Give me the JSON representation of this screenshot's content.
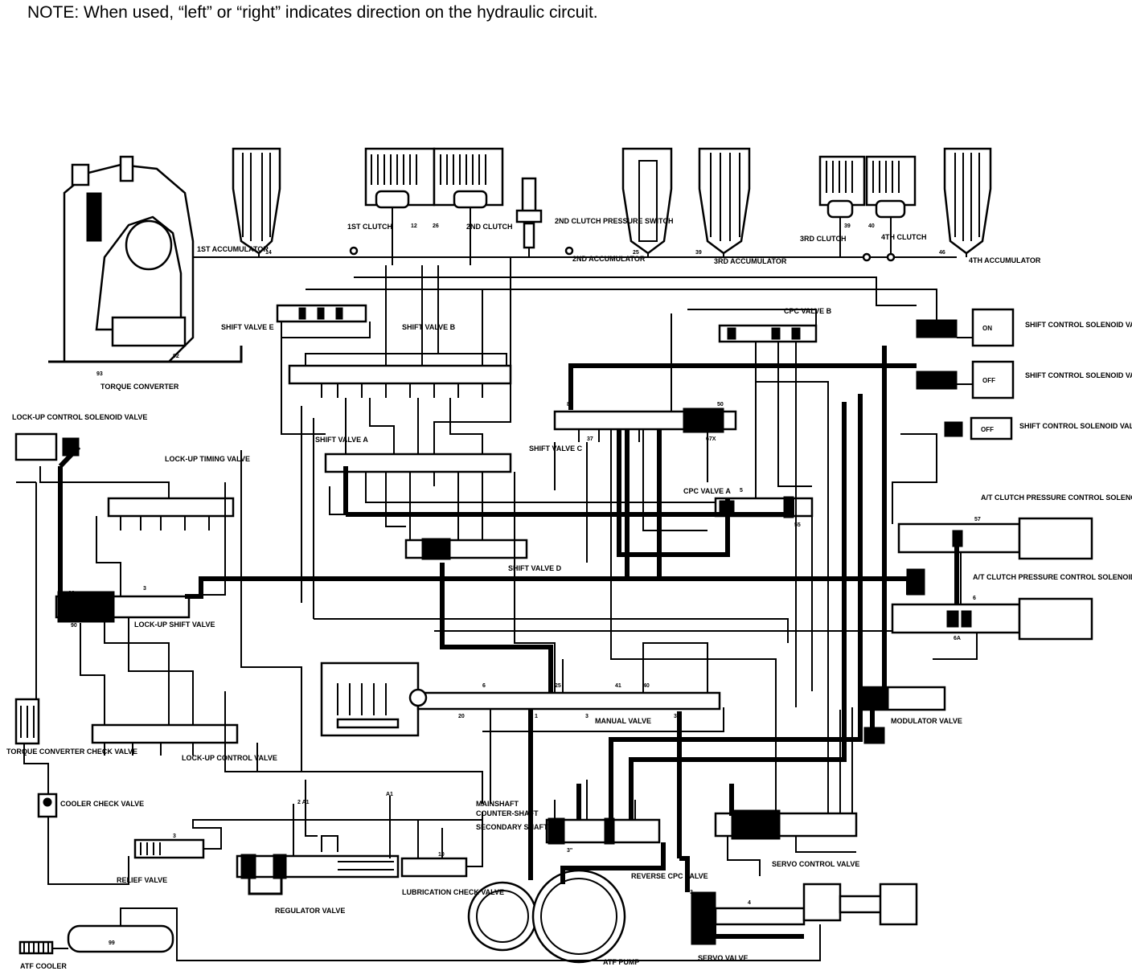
{
  "note": "NOTE:  When used, “left” or “right” indicates direction on the hydraulic circuit.",
  "labels": {
    "first_accumulator": "1ST ACCUMULATOR",
    "first_clutch": "1ST CLUTCH",
    "second_clutch": "2ND CLUTCH",
    "second_clutch_pressure_switch": "2ND CLUTCH PRESSURE SWITCH",
    "second_accumulator": "2ND ACCUMULATOR",
    "third_accumulator": "3RD ACCUMULATOR",
    "third_clutch": "3RD CLUTCH",
    "fourth_clutch": "4TH CLUTCH",
    "fourth_accumulator": "4TH ACCUMULATOR",
    "torque_converter": "TORQUE CONVERTER",
    "shift_valve_e": "SHIFT VALVE E",
    "shift_valve_b": "SHIFT VALVE B",
    "cpc_valve_b": "CPC VALVE B",
    "shift_control_solenoid_b": "SHIFT CONTROL SOLENOID VALVE B",
    "shift_control_solenoid_c": "SHIFT CONTROL SOLENOID VALVE C",
    "shift_control_solenoid_a": "SHIFT CONTROL SOLENOID VALVE A",
    "lockup_control_solenoid": "LOCK-UP CONTROL SOLENOID VALVE",
    "lockup_timing_valve": "LOCK-UP TIMING VALVE",
    "shift_valve_a": "SHIFT VALVE A",
    "shift_valve_c": "SHIFT VALVE C",
    "cpc_valve_a": "CPC VALVE A",
    "shift_valve_d": "SHIFT VALVE D",
    "at_clutch_pc_solenoid_b": "A/T CLUTCH PRESSURE CONTROL SOLENOID VALVE B",
    "at_clutch_pc_solenoid_a": "A/T CLUTCH PRESSURE CONTROL SOLENOID VALVE A",
    "lockup_shift_valve": "LOCK-UP SHIFT VALVE",
    "manual_valve": "MANUAL VALVE",
    "modulator_valve": "MODULATOR VALVE",
    "torque_converter_check_valve": "TORQUE CONVERTER CHECK VALVE",
    "lockup_control_valve": "LOCK-UP CONTROL VALVE",
    "cooler_check_valve": "COOLER CHECK VALVE",
    "mainshaft": "MAINSHAFT",
    "countershaft": "COUNTER-SHAFT",
    "secondary_shaft": "SECONDARY SHAFT",
    "relief_valve": "RELIEF VALVE",
    "regulator_valve": "REGULATOR VALVE",
    "lubrication_check_valve": "LUBRICATION CHECK VALVE",
    "reverse_cpc_valve": "REVERSE CPC VALVE",
    "servo_control_valve": "SERVO CONTROL VALVE",
    "atf_cooler": "ATF COOLER",
    "atf_pump": "ATF PUMP",
    "servo_valve": "SERVO VALVE"
  },
  "solenoid_states": {
    "b": "ON",
    "c": "OFF",
    "a": "OFF"
  }
}
